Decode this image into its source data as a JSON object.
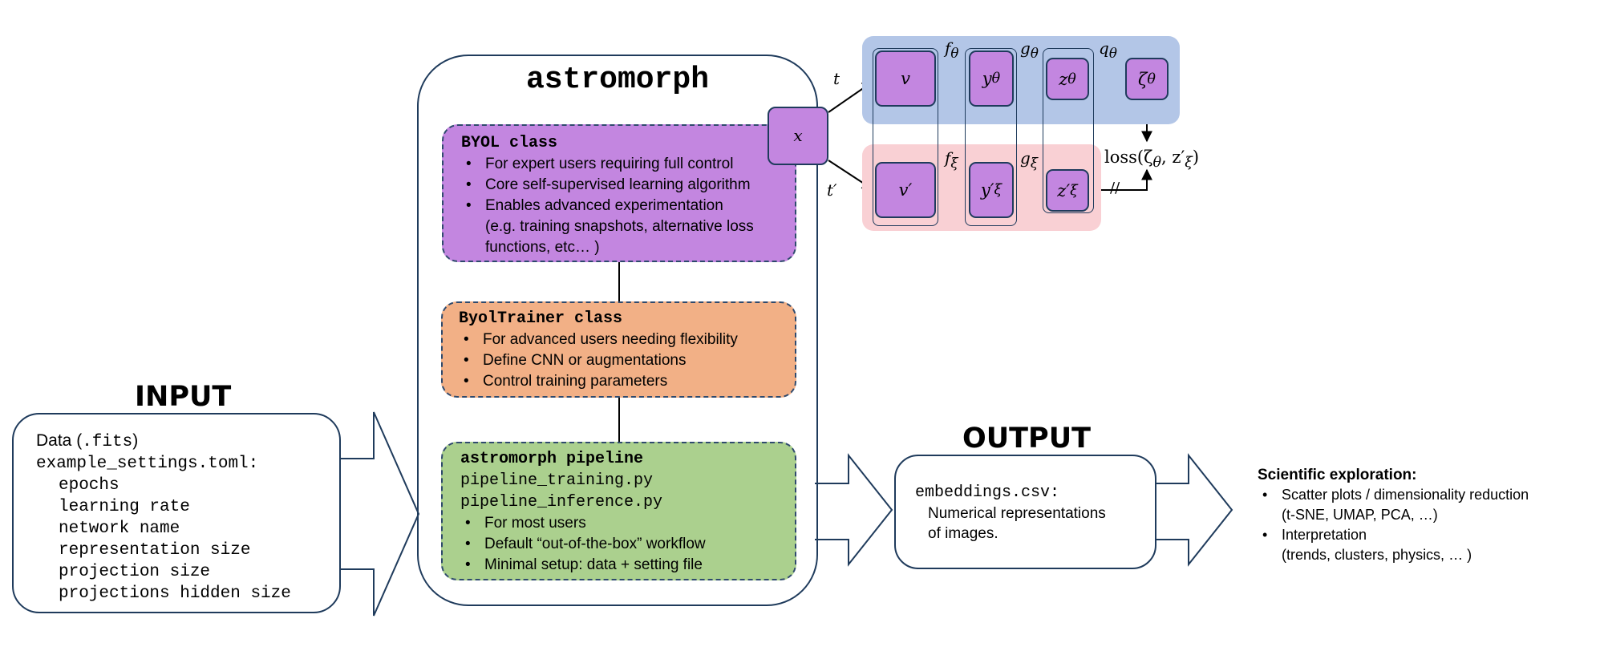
{
  "input": {
    "title": "INPUT",
    "data_prefix": "Data (",
    "data_ext": ".fits",
    "data_suffix": ")",
    "settings_file": "example_settings.toml:",
    "settings": [
      "epochs",
      "learning rate",
      "network name",
      "representation size",
      "projection size",
      "projections hidden size"
    ]
  },
  "astromorph": {
    "title": "astromorph",
    "byol": {
      "title": "BYOL  class",
      "bullets": [
        "For expert users requiring full control",
        "Core self-supervised learning algorithm",
        "Enables advanced experimentation"
      ],
      "continuation": [
        "(e.g. training snapshots, alternative loss",
        "functions, etc… )"
      ]
    },
    "trainer": {
      "title": "ByolTrainer class",
      "bullets": [
        "For advanced users needing flexibility",
        "Define CNN or augmentations",
        "Control training parameters"
      ]
    },
    "pipeline": {
      "title": "astromorph pipeline",
      "files": [
        "pipeline_training.py",
        "pipeline_inference.py"
      ],
      "bullets": [
        "For most users",
        "Default “out-of-the-box” workflow",
        "Minimal setup: data + setting file"
      ]
    }
  },
  "network": {
    "input": "x",
    "t": "t",
    "t_prime": "t′",
    "online": {
      "v": "v",
      "y": "y",
      "y_sub": "θ",
      "z": "z",
      "z_sub": "θ",
      "zeta": "ζ",
      "zeta_sub": "θ",
      "f": "f",
      "f_sub": "θ",
      "g": "g",
      "g_sub": "θ",
      "q": "q",
      "q_sub": "θ"
    },
    "target": {
      "v": "v′",
      "y": "y′",
      "y_sub": "ξ",
      "z": "z′",
      "z_sub": "ξ",
      "f": "f",
      "f_sub": "ξ",
      "g": "g",
      "g_sub": "ξ"
    },
    "loss": "loss(ζ",
    "loss_sub1": "θ",
    "loss_mid": ", z′",
    "loss_sub2": "ξ",
    "loss_end": ")",
    "stop_grad": "//"
  },
  "output": {
    "title": "OUTPUT",
    "file": "embeddings.csv:",
    "desc": [
      "Numerical representations",
      "of images."
    ]
  },
  "science": {
    "title": "Scientific exploration:",
    "items": [
      {
        "main": "Scatter plots / dimensionality reduction",
        "sub": "(t-SNE, UMAP, PCA, …)"
      },
      {
        "main": "Interpretation",
        "sub": "(trends, clusters, physics, … )"
      }
    ]
  },
  "colors": {
    "byol": "#c386e0",
    "trainer": "#f2b086",
    "pipeline": "#abd08e",
    "online_bg": "#b3c6e7",
    "target_bg": "#f9d0d4",
    "border": "#1f3b5c"
  }
}
